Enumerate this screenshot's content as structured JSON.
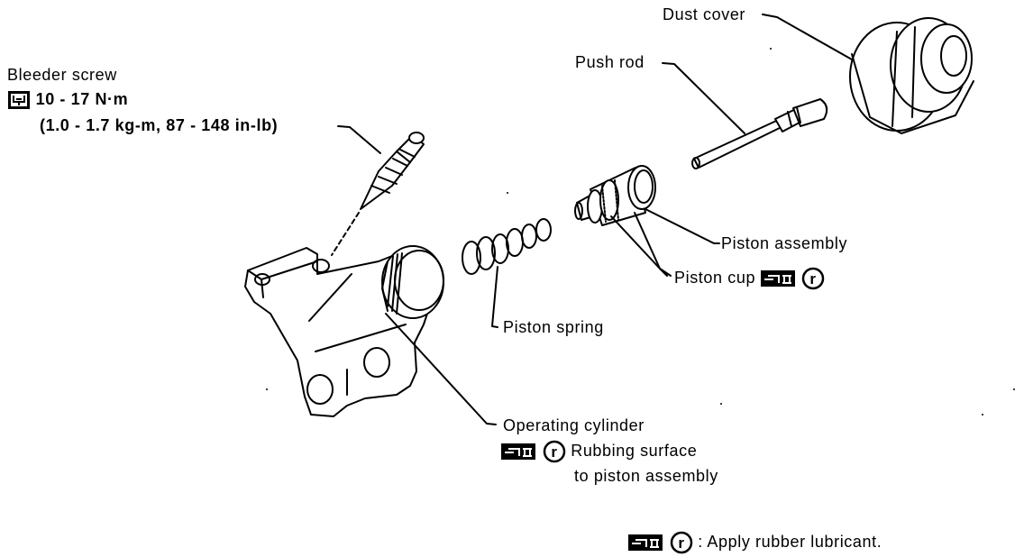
{
  "labels": {
    "dust_cover": "Dust cover",
    "push_rod": "Push rod",
    "bleeder_screw": "Bleeder screw",
    "torque_main": "10 - 17 N·m",
    "torque_alt": "(1.0 - 1.7 kg-m, 87 - 148 in-lb)",
    "piston_assembly": "Piston assembly",
    "piston_cup": "Piston cup",
    "piston_spring": "Piston spring",
    "operating_cylinder": "Operating cylinder",
    "rubbing_surface_1": "Rubbing surface",
    "rubbing_surface_2": "to piston assembly",
    "legend_text": ": Apply rubber lubricant."
  },
  "icons": {
    "torque": "torque-wrench-icon",
    "lubricant": "rubber-lubricant-icon",
    "lubricant_letter": "r"
  }
}
